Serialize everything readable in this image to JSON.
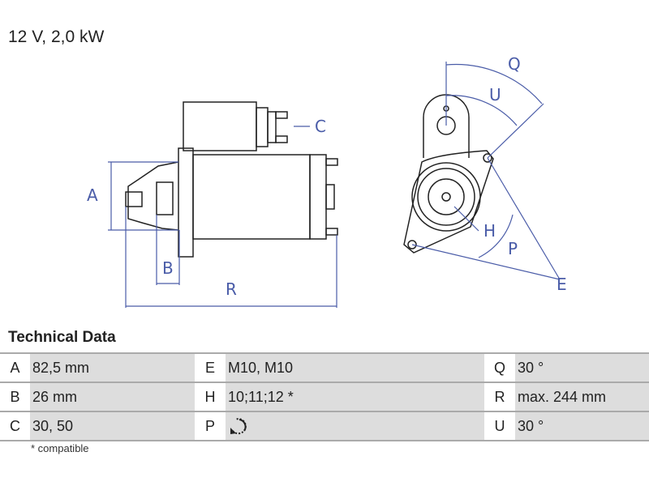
{
  "header": {
    "title": "12 V, 2,0 kW"
  },
  "drawing": {
    "labels": {
      "A": "A",
      "B": "B",
      "C": "C",
      "R": "R",
      "Q": "Q",
      "U": "U",
      "H": "H",
      "P": "P",
      "E": "E"
    }
  },
  "technical_data": {
    "title": "Technical Data",
    "rows": [
      [
        {
          "key": "A",
          "value": "82,5 mm"
        },
        {
          "key": "E",
          "value": "M10, M10"
        },
        {
          "key": "Q",
          "value": "30 °"
        }
      ],
      [
        {
          "key": "B",
          "value": "26 mm"
        },
        {
          "key": "H",
          "value": "10;11;12 *"
        },
        {
          "key": "R",
          "value": "max. 244 mm"
        }
      ],
      [
        {
          "key": "C",
          "value": "30, 50"
        },
        {
          "key": "P",
          "value": "counter-clockwise-rotation-icon"
        },
        {
          "key": "U",
          "value": "30 °"
        }
      ]
    ],
    "footnote": "* compatible"
  }
}
